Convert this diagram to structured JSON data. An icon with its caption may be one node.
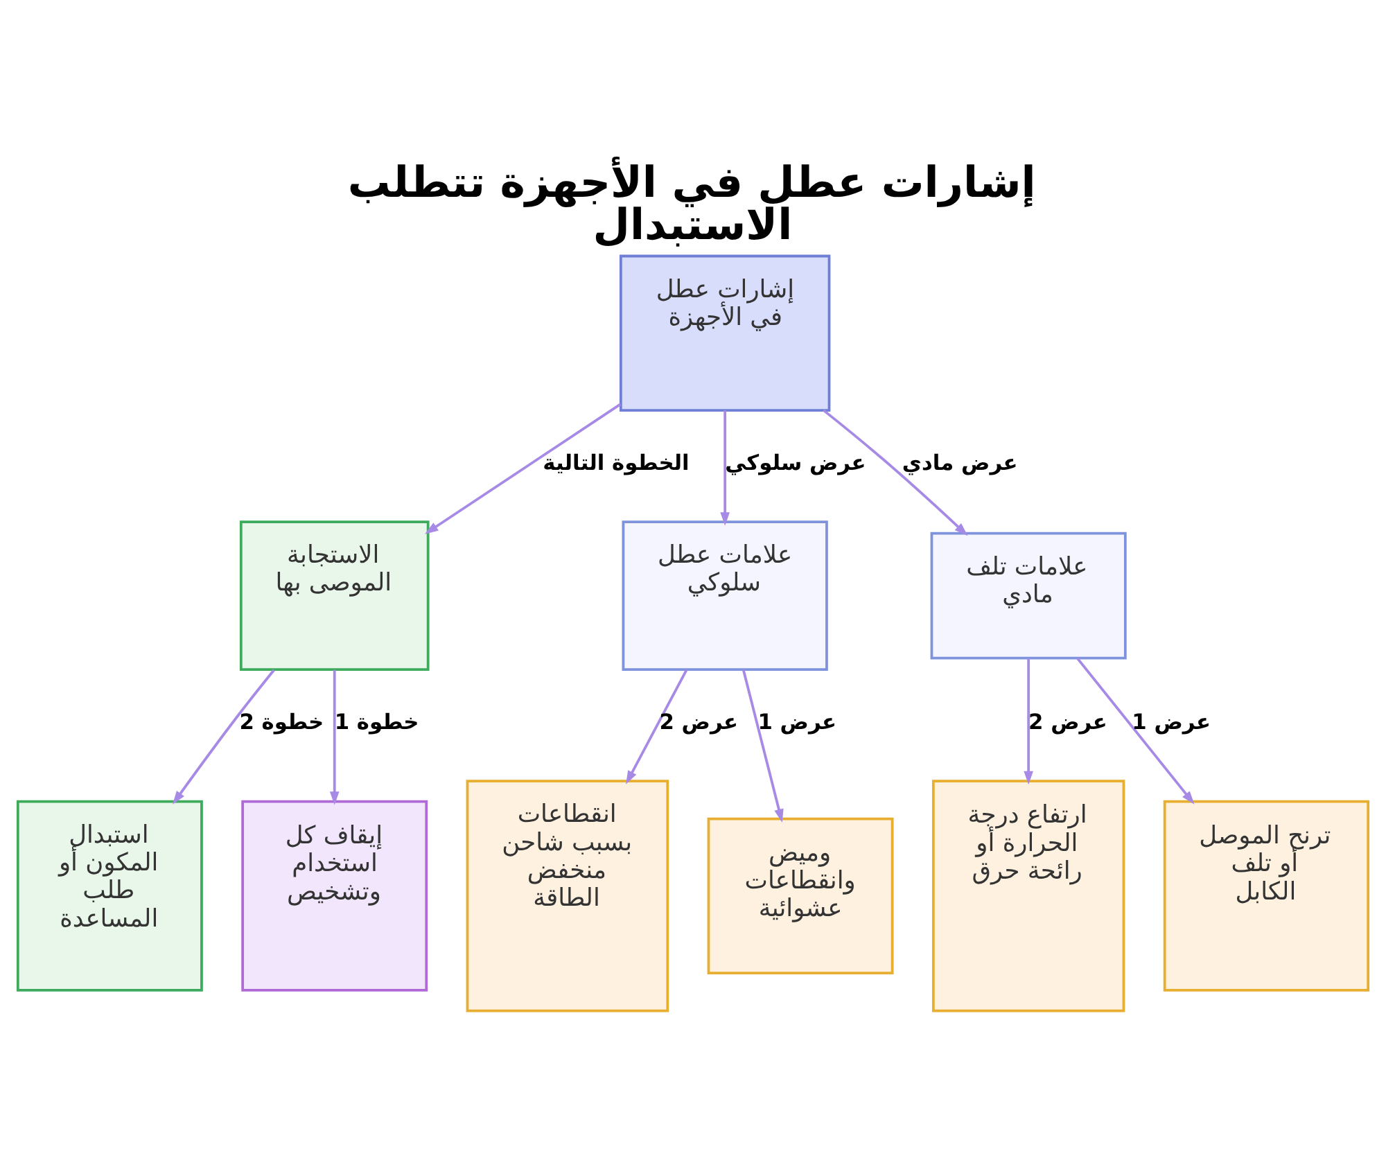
{
  "diagram": {
    "title": "إشارات عطل في الأجهزة تتطلب الاستبدال",
    "nodes": [
      {
        "text": [
          "إشارات عطل في الأجهزة"
        ]
      },
      {
        "text": [
          "الاستجابة الموصى بها"
        ]
      },
      {
        "text": [
          "علامات عطل سلوكي"
        ]
      },
      {
        "text": [
          "علامات تلف مادي"
        ]
      },
      {
        "text": [
          "استبدال المكون أو طلب المساعدة"
        ]
      },
      {
        "text": [
          "إيقاف كل استخدام وتشخيص"
        ]
      },
      {
        "text": [
          "انقطاعات بسبب شاحن منخفض الطاقة"
        ]
      },
      {
        "text": [
          "وميض وانقطاعات عشوائية"
        ]
      },
      {
        "text": [
          "ارتفاع درجة الحرارة أو رائحة حرق"
        ]
      },
      {
        "text": [
          "ترنح الموصل أو تلف الكابل"
        ]
      }
    ],
    "edges": [
      {
        "from": 0,
        "to": 1,
        "arrow": "to",
        "label": "الخطوة التالية"
      },
      {
        "from": 0,
        "to": 2,
        "arrow": "to",
        "label": "عرض سلوكي"
      },
      {
        "from": 0,
        "to": 3,
        "arrow": "to",
        "label": "عرض مادي"
      },
      {
        "from": 1,
        "to": 4,
        "arrow": "to",
        "label": "خطوة 2"
      },
      {
        "from": 1,
        "to": 5,
        "arrow": "to",
        "label": "خطوة 1"
      },
      {
        "from": 2,
        "to": 6,
        "arrow": "to",
        "label": "عرض 2"
      },
      {
        "from": 2,
        "to": 7,
        "arrow": "to",
        "label": "عرض 1"
      },
      {
        "from": 3,
        "to": 8,
        "arrow": "to",
        "label": "عرض 2"
      },
      {
        "from": 3,
        "to": 9,
        "arrow": "to",
        "label": "عرض 1"
      }
    ]
  }
}
